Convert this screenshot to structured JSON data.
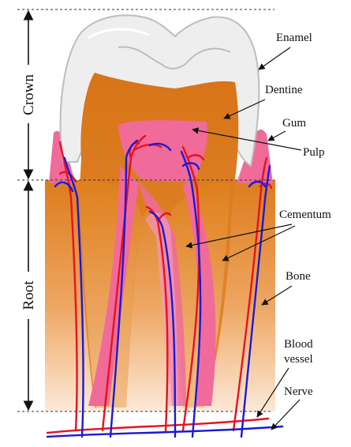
{
  "regions": {
    "crown": "Crown",
    "root": "Root"
  },
  "labels": {
    "enamel": "Enamel",
    "dentine": "Dentine",
    "gum": "Gum",
    "pulp": "Pulp",
    "cementum": "Cementum",
    "bone": "Bone",
    "blood_vessel_line1": "Blood",
    "blood_vessel_line2": "vessel",
    "nerve": "Nerve"
  },
  "colors": {
    "enamel": "#e9e9e9",
    "dentine": "#de7a1e",
    "bone_top": "#e0821f",
    "bone_bottom": "#fbe6d2",
    "pulp": "#f06b9a",
    "gum": "#f06b9a",
    "blood_vessel": "#e8121e",
    "nerve": "#1a1ad6"
  }
}
